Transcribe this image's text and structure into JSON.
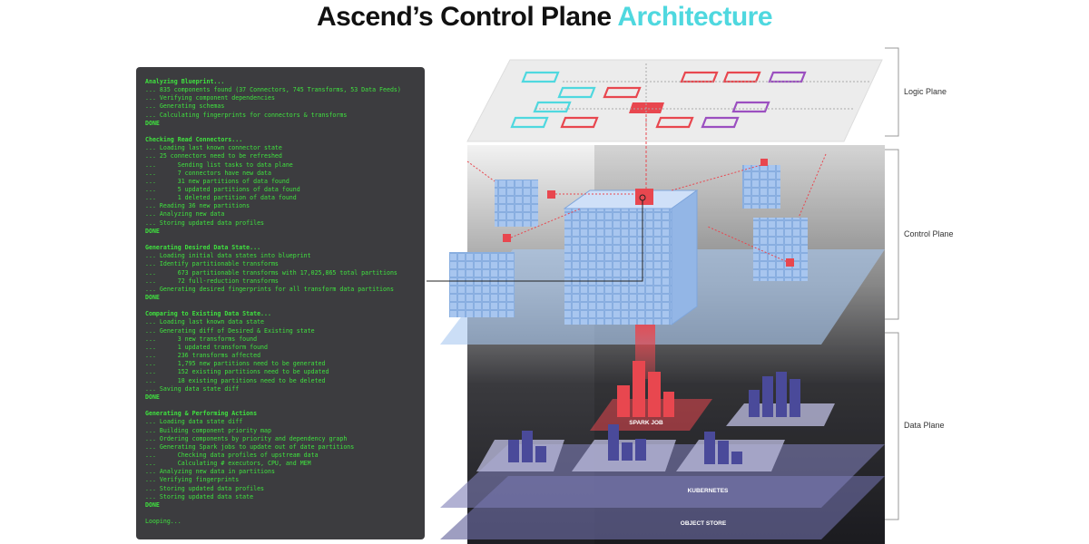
{
  "title": {
    "main": "Ascend’s Control Plane",
    "accent": "Architecture"
  },
  "colors": {
    "accent": "#4fd8df",
    "terminal_bg": "#3c3c3f",
    "terminal_text": "#3fe23f",
    "red": "#e8474f",
    "purple": "#9b4fc0",
    "blue": "#a9c8f0"
  },
  "terminal": {
    "sections": [
      {
        "header": "Analyzing Blueprint...",
        "lines": [
          "... 835 components found (37 Connectors, 745 Transforms, 53 Data Feeds)",
          "... Verifying component dependencies",
          "... Generating schemas",
          "... Calculating fingerprints for connectors & transforms"
        ],
        "done": "DONE"
      },
      {
        "header": "Checking Read Connectors...",
        "lines": [
          "... Loading last known connector state",
          "... 25 connectors need to be refreshed",
          "...      Sending list tasks to data plane",
          "...      7 connectors have new data",
          "...      31 new partitions of data found",
          "...      5 updated partitions of data found",
          "...      1 deleted partition of data found",
          "... Reading 36 new partitions",
          "... Analyzing new data",
          "... Storing updated data profiles"
        ],
        "done": "DONE"
      },
      {
        "header": "Generating Desired Data State...",
        "lines": [
          "... Loading initial data states into blueprint",
          "... Identify partitionable transforms",
          "...      673 partitionable transforms with 17,025,865 total partitions",
          "...      72 full-reduction transforms",
          "... Generating desired fingerprints for all transform data partitions"
        ],
        "done": "DONE"
      },
      {
        "header": "Comparing to Existing Data State...",
        "lines": [
          "... Loading last known data state",
          "... Generating diff of Desired & Existing state",
          "...      3 new transforms found",
          "...      1 updated transform found",
          "...      236 transforms affected",
          "...      1,795 new partitions need to be generated",
          "...      152 existing partitions need to be updated",
          "...      18 existing partitions need to be deleted",
          "... Saving data state diff"
        ],
        "done": "DONE"
      },
      {
        "header": "Generating & Performing Actions",
        "lines": [
          "... Loading data state diff",
          "... Building component priority map",
          "... Ordering components by priority and dependency graph",
          "... Generating Spark jobs to update out of date partitions",
          "...      Checking data profiles of upstream data",
          "...      Calculating # executors, CPU, and MEM",
          "... Analyzing new data in partitions",
          "... Verifying fingerprints",
          "... Storing updated data profiles",
          "... Storing updated data state"
        ],
        "done": "DONE"
      }
    ],
    "footer": "Looping..."
  },
  "diagram": {
    "spark_job": "SPARK JOB",
    "kubernetes": "KUBERNETES",
    "object_store": "OBJECT STORE"
  },
  "planes": {
    "logic": "Logic Plane",
    "control": "Control Plane",
    "data": "Data Plane"
  }
}
